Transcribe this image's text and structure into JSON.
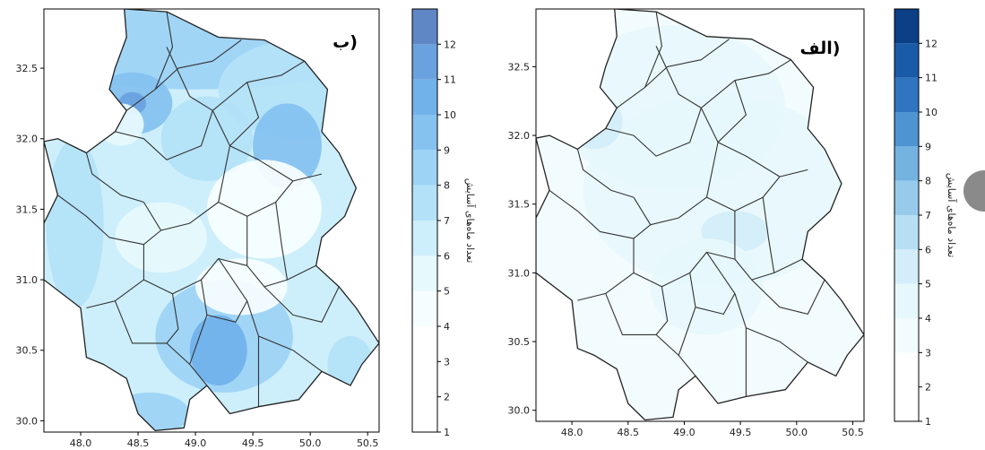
{
  "chart_data": [
    {
      "type": "heatmap",
      "panel_label": "ب)",
      "xticks": [
        "48.0",
        "48.5",
        "49.0",
        "49.5",
        "50.0",
        "50.5"
      ],
      "yticks": [
        "30.0",
        "30.5",
        "31.0",
        "31.5",
        "32.0",
        "32.5"
      ],
      "xlim": [
        47.68,
        50.6
      ],
      "ylim": [
        29.92,
        32.92
      ],
      "colorbar": {
        "label": "تعداد ماه‌های آسایش",
        "ticks": [
          "1",
          "2",
          "3",
          "4",
          "5",
          "6",
          "7",
          "8",
          "9",
          "10",
          "11",
          "12"
        ],
        "range": [
          1,
          13
        ],
        "colors": [
          "#ffffff",
          "#ffffff",
          "#ffffff",
          "#f6fdff",
          "#e6f9fd",
          "#cdeffb",
          "#b3e1f8",
          "#9dd3f5",
          "#86c2f0",
          "#72b2eb",
          "#6aa2df",
          "#5f87c6"
        ]
      },
      "zones": [
        {
          "lon": 49.0,
          "lat": 32.65,
          "rx": 1.6,
          "ry": 0.3,
          "level": 8
        },
        {
          "lon": 49.9,
          "lat": 32.35,
          "rx": 0.7,
          "ry": 0.35,
          "level": 7
        },
        {
          "lon": 48.45,
          "lat": 32.25,
          "rx": 0.35,
          "ry": 0.22,
          "level": 9
        },
        {
          "lon": 48.45,
          "lat": 32.25,
          "rx": 0.12,
          "ry": 0.08,
          "level": 11
        },
        {
          "lon": 49.8,
          "lat": 31.95,
          "rx": 0.3,
          "ry": 0.3,
          "level": 9
        },
        {
          "lon": 49.1,
          "lat": 32.0,
          "rx": 0.4,
          "ry": 0.3,
          "level": 7
        },
        {
          "lon": 47.95,
          "lat": 31.4,
          "rx": 0.25,
          "ry": 0.6,
          "level": 7
        },
        {
          "lon": 49.25,
          "lat": 30.6,
          "rx": 0.6,
          "ry": 0.4,
          "level": 8
        },
        {
          "lon": 49.2,
          "lat": 30.5,
          "rx": 0.25,
          "ry": 0.25,
          "level": 10
        },
        {
          "lon": 48.6,
          "lat": 30.05,
          "rx": 0.35,
          "ry": 0.15,
          "level": 8
        },
        {
          "lon": 50.35,
          "lat": 30.4,
          "rx": 0.2,
          "ry": 0.2,
          "level": 7
        },
        {
          "lon": 48.35,
          "lat": 32.1,
          "rx": 0.2,
          "ry": 0.15,
          "level": 5
        },
        {
          "lon": 49.6,
          "lat": 31.5,
          "rx": 0.5,
          "ry": 0.35,
          "level": 4
        },
        {
          "lon": 49.4,
          "lat": 30.95,
          "rx": 0.4,
          "ry": 0.2,
          "level": 4
        },
        {
          "lon": 48.7,
          "lat": 31.3,
          "rx": 0.4,
          "ry": 0.25,
          "level": 5
        }
      ],
      "base_level": 6
    },
    {
      "type": "heatmap",
      "panel_label": "الف)",
      "xticks": [
        "48.0",
        "48.5",
        "49.0",
        "49.5",
        "50.0",
        "50.5"
      ],
      "yticks": [
        "30.0",
        "30.5",
        "31.0",
        "31.5",
        "32.0",
        "32.5"
      ],
      "xlim": [
        47.68,
        50.6
      ],
      "ylim": [
        29.92,
        32.92
      ],
      "colorbar": {
        "label": "تعداد ماه‌های آسایش",
        "ticks": [
          "1",
          "2",
          "3",
          "4",
          "5",
          "6",
          "7",
          "8",
          "9",
          "10",
          "11",
          "12"
        ],
        "range": [
          1,
          13
        ],
        "colors": [
          "#ffffff",
          "#ffffff",
          "#f2fbfd",
          "#e7f8fc",
          "#d3eefa",
          "#b7dff3",
          "#98cbeb",
          "#74b2e0",
          "#4f94d2",
          "#2f75c0",
          "#1a5ba7",
          "#0b3f86"
        ]
      },
      "zones": [
        {
          "lon": 49.3,
          "lat": 31.6,
          "rx": 1.2,
          "ry": 0.7,
          "level": 4
        },
        {
          "lon": 48.9,
          "lat": 32.2,
          "rx": 1.0,
          "ry": 0.6,
          "level": 4
        },
        {
          "lon": 48.2,
          "lat": 32.1,
          "rx": 0.25,
          "ry": 0.2,
          "level": 5
        },
        {
          "lon": 49.45,
          "lat": 31.3,
          "rx": 0.3,
          "ry": 0.15,
          "level": 5
        },
        {
          "lon": 49.2,
          "lat": 30.9,
          "rx": 0.5,
          "ry": 0.35,
          "level": 4
        }
      ],
      "base_level": 3
    }
  ]
}
